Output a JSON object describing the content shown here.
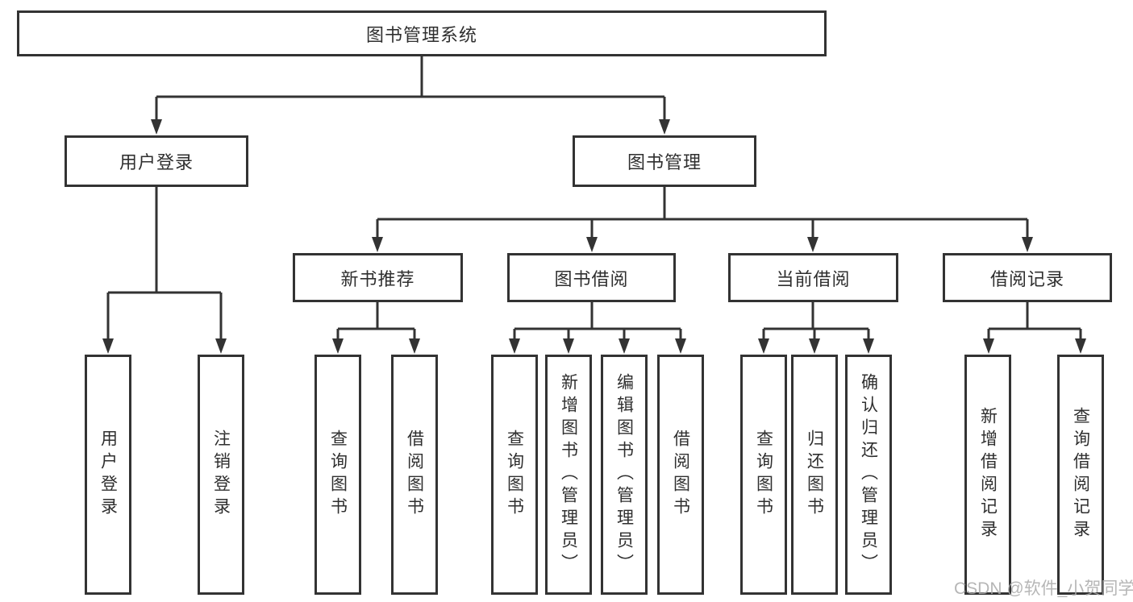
{
  "tree": {
    "label": "图书管理系统",
    "children": [
      {
        "label": "用户登录",
        "children": [
          {
            "label": "用户登录"
          },
          {
            "label": "注销登录"
          }
        ]
      },
      {
        "label": "图书管理",
        "children": [
          {
            "label": "新书推荐",
            "children": [
              {
                "label": "查询图书"
              },
              {
                "label": "借阅图书"
              }
            ]
          },
          {
            "label": "图书借阅",
            "children": [
              {
                "label": "查询图书"
              },
              {
                "label": "新增图书（管理员）"
              },
              {
                "label": "编辑图书（管理员）"
              },
              {
                "label": "借阅图书"
              }
            ]
          },
          {
            "label": "当前借阅",
            "children": [
              {
                "label": "查询图书"
              },
              {
                "label": "归还图书"
              },
              {
                "label": "确认归还（管理员）"
              }
            ]
          },
          {
            "label": "借阅记录",
            "children": [
              {
                "label": "新增借阅记录"
              },
              {
                "label": "查询借阅记录"
              }
            ]
          }
        ]
      }
    ]
  },
  "watermark": {
    "text": "CSDN @软件_小贺同学"
  },
  "colors": {
    "box_border": "#333333",
    "connector": "#333333",
    "text": "#2f2f2f",
    "watermark": "#aaaaaa",
    "background": "#ffffff"
  }
}
